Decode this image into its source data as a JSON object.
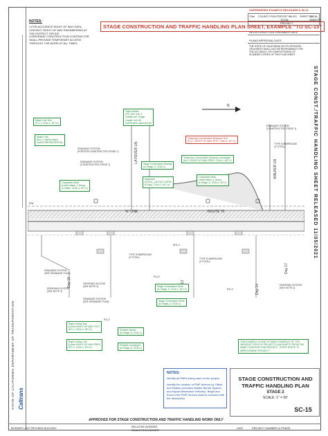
{
  "superseded_banner": "SUPERSEDED EXAMPLE RELEASED 6-30-21",
  "notes": {
    "heading": "NOTES:",
    "items": [
      "1.FOR ACCURATE RIGHT OF WAY DATA, CONTACT RIGHT OF WAY ENGINEERING AT THE DISTRICT OFFICE.",
      "2.DRIVEWAY CONSTRUCTION CONTRACTOR SHALL PROVIDE TEMPORARY ACCESS THROUGH THE WORK AT ALL TIMES."
    ]
  },
  "sheet_title": "STAGE CONSTRUCTION AND TRAFFIC HANDLING PLAN SHEET, EXAMPLE \"TO SC-15\"",
  "header_table": {
    "cols": [
      "Dist",
      "COUNTY",
      "ROUTE",
      "POST MILES TOTAL PROJECT",
      "SHEET No.",
      "TOTAL SHEETS"
    ],
    "engineer": "REGISTERED CIVIL ENGINEER   DATE",
    "approval": "PLANS APPROVAL DATE",
    "disclaimer": "THE STATE OF CALIFORNIA OR ITS OFFICERS OR AGENTS SHALL NOT BE RESPONSIBLE FOR THE ACCURACY OR COMPLETENESS OF SCANNED COPIES OF THIS PLAN SHEET."
  },
  "right_vertical_title": "STAGE CONST./TRAFFIC HANDLING SHEET RELEASED 11/05/2021",
  "left_strip": {
    "state_dept": "STATE OF CALIFORNIA   DEPARTMENT OF TRANSPORTATION",
    "logo": "Caltrans"
  },
  "callouts": {
    "object_notes": "Object Notes\n(Fill_Text, W1=1\nLeaderLine, Single\nLeader Line W/\nLineStrokes optional 1W)",
    "match_line": "Match Line Text\n(F1=1, CDA=1, W7=1)",
    "match_line_2": "Match Line\n(W=1, LineSt=match\nLineSt PRESENTATION)",
    "temp_entrance": "Temporary Construction Entrance Text\n(F1=1, RIGHT-OF-WAY-TEXT, CDA=1, W7=1)",
    "temp_entrance_lw": "Temporary Construction Entrance Lineweight\n(W=1, RIGHT-OF-WAY-PRES, CDA=1, W7=1)",
    "completed_work": "Completed Work\n(Level=Hatch_1 Group\nA=Hatch, CDA=1, W7=1)",
    "stage_striping": "Stage Construction Striping\n(A=Stage_5, CDA=1)",
    "alignment": "Alignment\n(A=HCL_LAYOUT-HORIZ\nA=Stg1, CDA=1, W7=1)",
    "completed_work_2": "Completed Work\nLevel=Hatch_1 Group\nA=Stage_5, CDA=1, W7=1",
    "stage_work": "Stage Construction Work\n(A=Stage_5, CDA=1, W7=1)",
    "stage_work_2": "Stage Construction Work\n(A=Stage_5, CDA=1)",
    "right_of_way": "Right of Way Text\n(Level=RIGHT-OF-WAY-TEXT\nW7=1, CDA=1, W7=1)",
    "right_of_way_lw": "Right of Way Line\n(Level=RIGHT-OF-WAY-PRES\nW7=1, CDA=1, W7=1)",
    "portable_barrier": "Portable Barrier\n(A=Stage_5, CDA=1)",
    "portable_lineweight": "Portable Lineweight\n(A=Stage_5, CDA=1)",
    "example_note": "THIS EXAMPLE IS ONE OF MANY EXAMPLES OF THE VARIOUS TYPES OF PROJECT PLAN SHEETS FROM THE SAME CONSTRUCTION PROJECT, \"STATE ROUTE 70 IMPROVEMENT PROJECT\"."
  },
  "map_labels": {
    "la_fever_ln": "LA FEVER LN",
    "walker_ln": "WALKER LN",
    "line": "\"A\" LINE",
    "route": "ROUTE 70",
    "rw": "R/W",
    "drainage_1": "DRAINAGE SYSTEM\n(PORTION CONSTRUCTED STAGE 1)",
    "drainage_2": "DRAINAGE SYSTEM\n(CONSTRUCTED STAGE 1)",
    "drainage_3": "DRAINAGE SYSTEM\n(CONSTRUCTED STAGE 1)",
    "drainage_plan": "DRAINAGE SYSTEM\n(SEE DRAINAGE PLAN)",
    "drainage_plan_2": "DRAINAGE SYSTEM\n(SEE DRAINAGE PLAN)",
    "driveway_1": "DRIVEWAY ACCESS\n(SEE NOTE 2)",
    "driveway_2": "DRIVEWAY ACCESS\n(SEE NOTE 2)",
    "driveway_3": "DRIVEWAY ACCESS\n(SEE NOTE 2)",
    "barricade_1": "TYPE III BARRICADE\n(3 TOTAL)",
    "barricade_2": "TYPE III BARRICADE\n(3 TOTAL)",
    "barricade_3": "TYPE III BARRICADE\n(3 TOTAL)",
    "day_labels": [
      "Day 15",
      "Day 13",
      "Day 14",
      "Day 17"
    ],
    "sign_labels": [
      "R11-2",
      "W11-3",
      "R11-2",
      "R11-2"
    ]
  },
  "legend": {
    "heading": "NOTES:",
    "line1": "Identify all PMPs being used on the project.",
    "line2": "Identify the location of PMP devices by Offset and Station (excludes Mobile Barrier System and Impact Attenuator Vehicles). Begin and End for the PMP devices shall be included with the description."
  },
  "plan_title": {
    "line1": "STAGE CONSTRUCTION AND",
    "line2": "TRAFFIC HANDLING PLAN",
    "stage": "STAGE 2",
    "scale": "SCALE: 1\" = 50'"
  },
  "sheet_number": "SC-15",
  "approval_footer": "APPROVED FOR STAGE CONSTRUCTION AND TRAFFIC HANDLING WORK ONLY",
  "bottom_bar": {
    "border_note": "BORDER LAST REVISED 8/11/2020",
    "unit": "UNIT",
    "project_number": "PROJECT NUMBER & PHASE",
    "relative_scale": "RELATIVE BORDER SCALE IS IN INCHES"
  }
}
